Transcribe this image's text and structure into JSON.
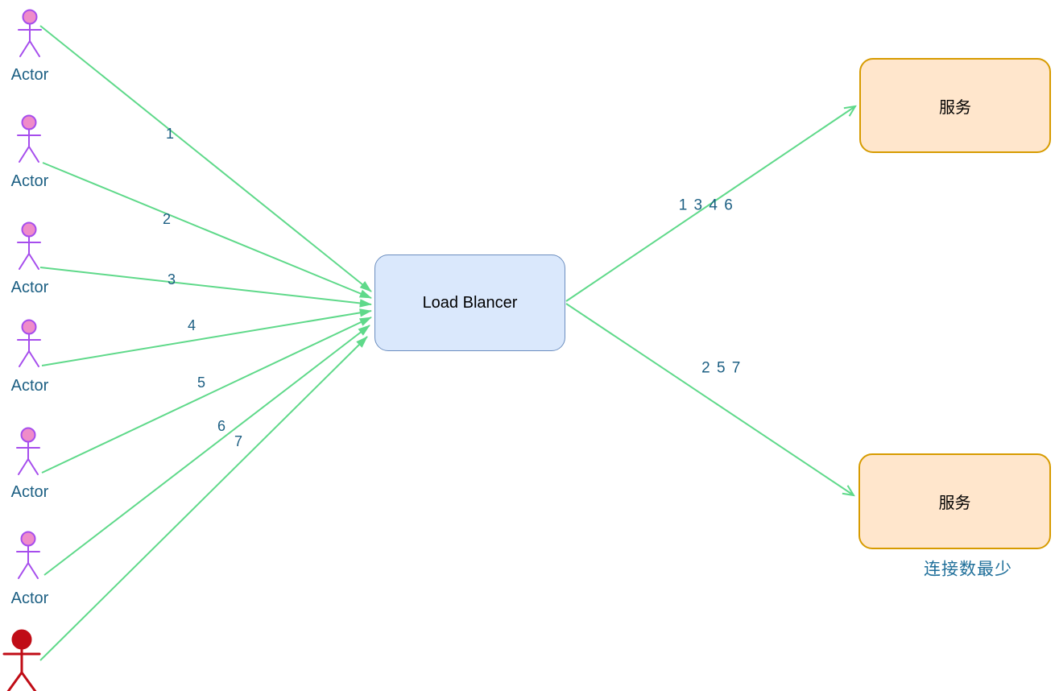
{
  "nodes": {
    "load_balancer": {
      "label": "Load Blancer",
      "fill": "#dae8fc",
      "border": "#6c8ebf"
    },
    "service_top": {
      "label": "服务",
      "fill": "#ffe6cc",
      "border": "#d79b00"
    },
    "service_bottom": {
      "label": "服务",
      "fill": "#ffe6cc",
      "border": "#d79b00",
      "annotation": "连接数最少"
    }
  },
  "actors": {
    "label": "Actor",
    "purple_count": 6,
    "purple_stroke": "#a64ded",
    "head_fill": "#ef8cc9",
    "red_stroke": "#c00c16"
  },
  "edges": {
    "color": "#5fd98a",
    "left_labels": [
      "1",
      "2",
      "3",
      "4",
      "5",
      "6",
      "7"
    ],
    "right_labels": [
      "1 3 4 6",
      "2 5 7"
    ]
  },
  "text_colors": {
    "label_teal": "#1c5f83",
    "annotation_blue": "#1f6f9a"
  }
}
